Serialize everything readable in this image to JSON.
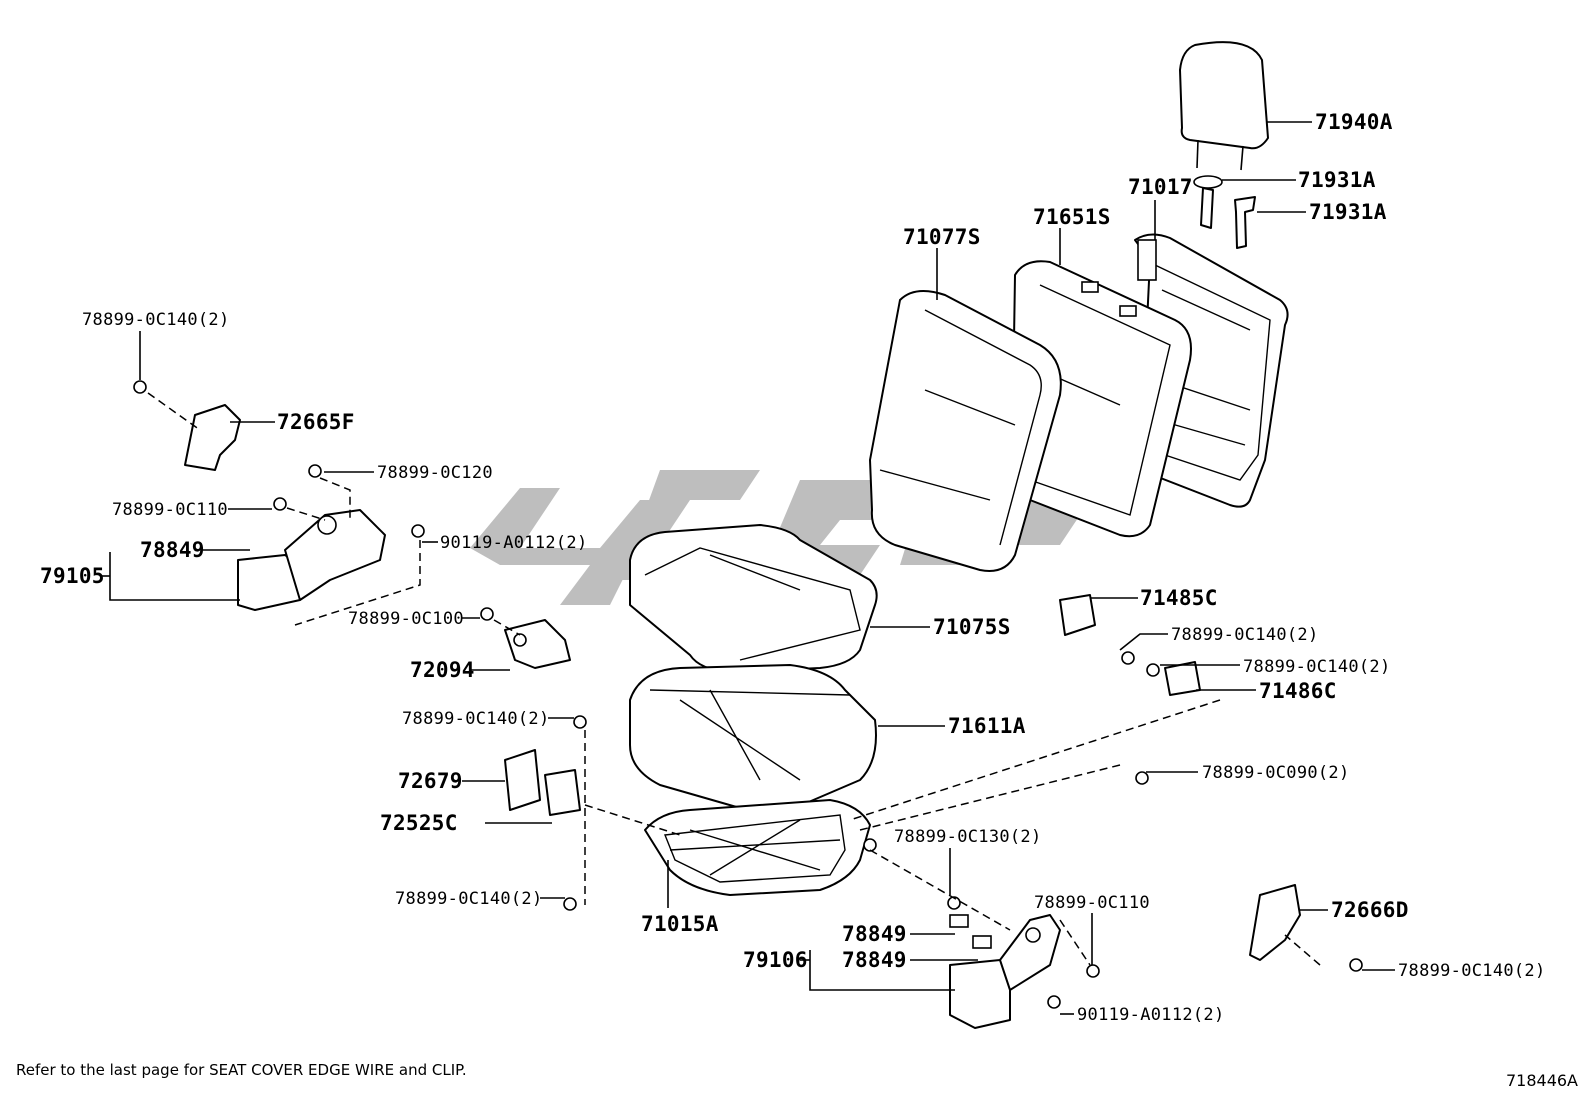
{
  "callouts": {
    "c71940A": "71940A",
    "c71931A_1": "71931A",
    "c71931A_2": "71931A",
    "c71017": "71017",
    "c71651S": "71651S",
    "c71077S": "71077S",
    "c78899_0C140_2_a": "78899-0C140(2)",
    "c72665F": "72665F",
    "c78899_0C120": "78899-0C120",
    "c78899_0C110_a": "78899-0C110",
    "c90119_A0112_2_a": "90119-A0112(2)",
    "c78849_a": "78849",
    "c79105": "79105",
    "c78899_0C100": "78899-0C100",
    "c72094": "72094",
    "c71075S": "71075S",
    "c71485C": "71485C",
    "c78899_0C140_2_b": "78899-0C140(2)",
    "c78899_0C140_2_c": "78899-0C140(2)",
    "c71486C": "71486C",
    "c78899_0C140_2_d": "78899-0C140(2)",
    "c71611A": "71611A",
    "c72679": "72679",
    "c72525C": "72525C",
    "c78899_0C090_2": "78899-0C090(2)",
    "c78899_0C130_2": "78899-0C130(2)",
    "c78899_0C140_2_e": "78899-0C140(2)",
    "c71015A": "71015A",
    "c78899_0C110_b": "78899-0C110",
    "c78849_b": "78849",
    "c79106": "79106",
    "c78849_c": "78849",
    "c90119_A0112_2_b": "90119-A0112(2)",
    "c72666D": "72666D",
    "c78899_0C140_2_f": "78899-0C140(2)"
  },
  "footnote": "Refer to the last page for SEAT COVER EDGE WIRE and CLIP.",
  "illustration_id": "718446A",
  "colors": {
    "line": "#000000",
    "watermark": "#b3b3b3",
    "background": "#ffffff"
  }
}
